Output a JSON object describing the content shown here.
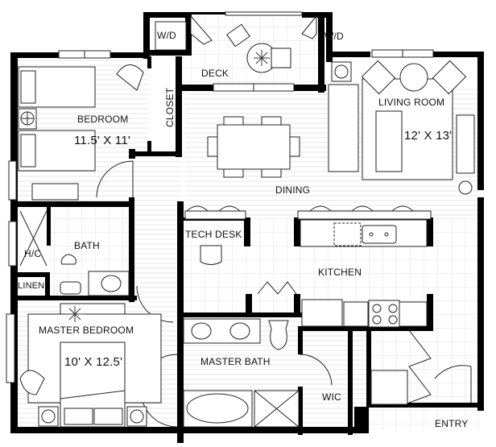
{
  "plan": {
    "rooms": [
      {
        "id": "wd-left",
        "label": "W/D"
      },
      {
        "id": "deck",
        "label": "DECK"
      },
      {
        "id": "wd-right",
        "label": "W/D"
      },
      {
        "id": "bedroom",
        "label": "BEDROOM",
        "dimensions": "11.5' X 11'"
      },
      {
        "id": "closet",
        "label": "CLOSET"
      },
      {
        "id": "living-room",
        "label": "LIVING ROOM",
        "dimensions": "12' X 13'"
      },
      {
        "id": "dining",
        "label": "DINING"
      },
      {
        "id": "hc",
        "label": "H/C"
      },
      {
        "id": "bath",
        "label": "BATH"
      },
      {
        "id": "tech-desk",
        "label": "TECH DESK"
      },
      {
        "id": "kitchen",
        "label": "KITCHEN"
      },
      {
        "id": "linen",
        "label": "LINEN"
      },
      {
        "id": "master-bedroom",
        "label": "MASTER BEDROOM",
        "dimensions": "10' X 12.5'"
      },
      {
        "id": "master-bath",
        "label": "MASTER BATH"
      },
      {
        "id": "wic",
        "label": "WIC"
      },
      {
        "id": "entry",
        "label": "ENTRY"
      }
    ],
    "colors": {
      "wall": "#000000",
      "floor_lines": "#e6e6e6",
      "tile_lines": "#e2e2e2",
      "furniture_stroke": "#222222",
      "background": "#ffffff"
    }
  }
}
